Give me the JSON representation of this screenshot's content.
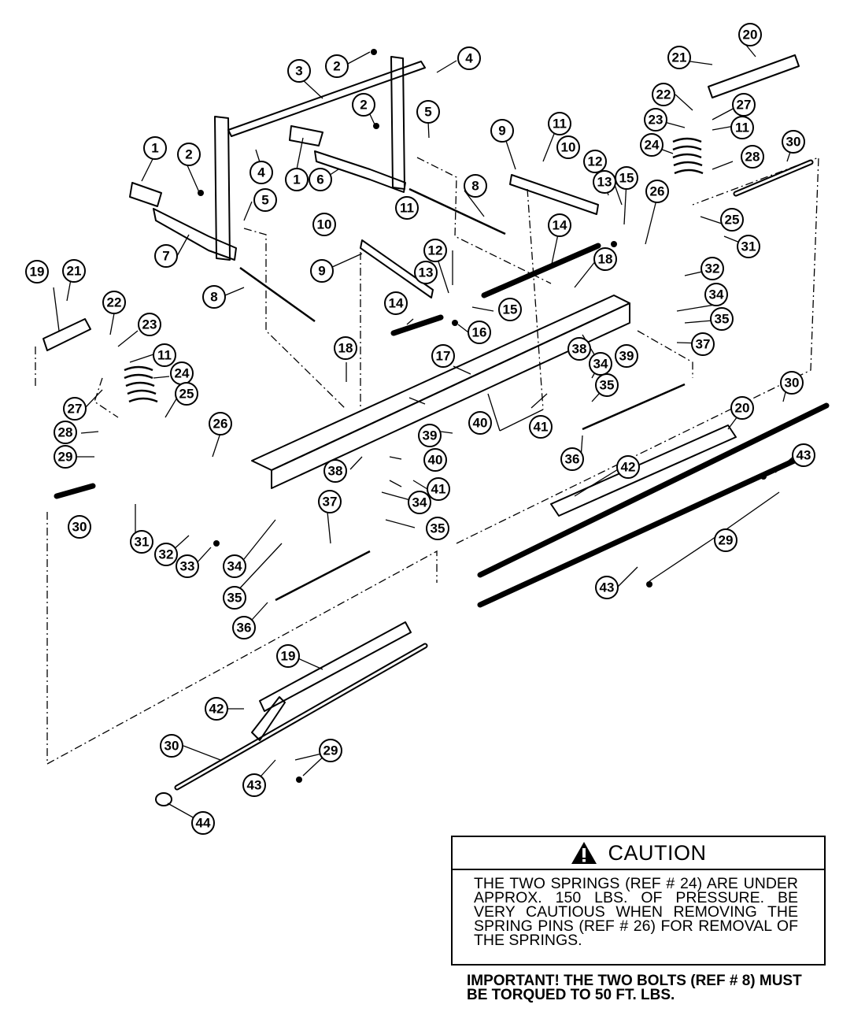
{
  "caution": {
    "icon": "warning-triangle-icon",
    "title": "CAUTION",
    "text": "THE TWO SPRINGS (REF # 24) ARE UNDER APPROX. 150 LBS. OF PRESSURE. BE VERY CAUTIOUS WHEN REMOVING THE SPRING PINS (REF # 26) FOR REMOVAL OF THE SPRINGS."
  },
  "important_note": "IMPORTANT! THE TWO BOLTS (REF # 8) MUST BE TORQUED TO 50 FT. LBS.",
  "callout_labels": [
    "1",
    "2",
    "3",
    "4",
    "5",
    "6",
    "7",
    "8",
    "9",
    "10",
    "11",
    "12",
    "13",
    "14",
    "15",
    "16",
    "17",
    "18",
    "19",
    "20",
    "21",
    "22",
    "23",
    "24",
    "25",
    "26",
    "27",
    "28",
    "29",
    "30",
    "31",
    "32",
    "33",
    "34",
    "35",
    "36",
    "37",
    "38",
    "39",
    "40",
    "41",
    "42",
    "43",
    "44"
  ]
}
